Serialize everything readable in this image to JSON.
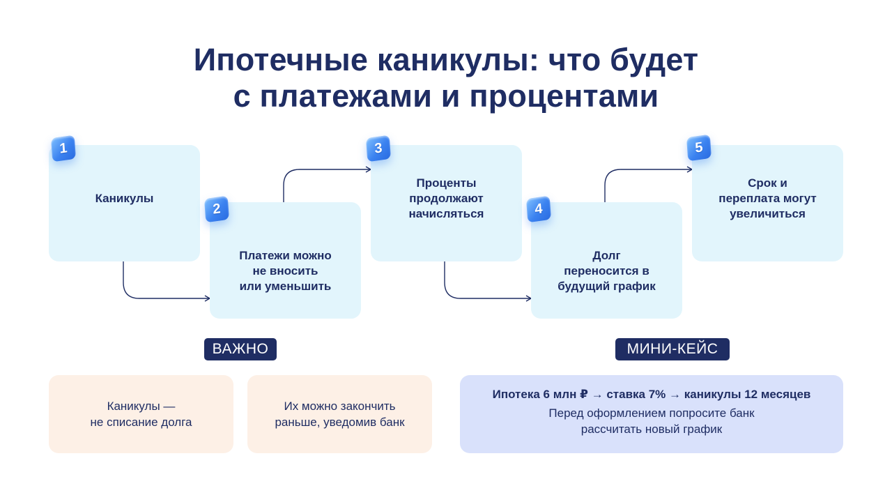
{
  "title": {
    "line1": "Ипотечные каникулы: что будет",
    "line2": "с платежами и процентами"
  },
  "steps": [
    {
      "number": "1",
      "text": "Каникулы"
    },
    {
      "number": "2",
      "text": "Платежи можно\nне вносить\nили уменьшить"
    },
    {
      "number": "3",
      "text": "Проценты\nпродолжают\nначисляться"
    },
    {
      "number": "4",
      "text": "Долг\nпереносится в\nбудущий график"
    },
    {
      "number": "5",
      "text": "Срок и\nпереплата могут\nувеличиться"
    }
  ],
  "important": {
    "label": "ВАЖНО",
    "notes": [
      "Каникулы —\nне списание долга",
      "Их можно закончить\nраньше, уведомив банк"
    ]
  },
  "mini_case": {
    "label": "МИНИ-КЕЙС",
    "headline": "Ипотека 6 млн ₽ → ставка 7% → каникулы 12 месяцев",
    "body": "Перед оформлением попросите банк\nрассчитать новый график"
  },
  "colors": {
    "navy": "#1f2d63",
    "step_fill": "#e2f5fc",
    "peach": "#fdf0e6",
    "lilac": "#d9e1fb",
    "badge_blue": "#3b82f0"
  }
}
